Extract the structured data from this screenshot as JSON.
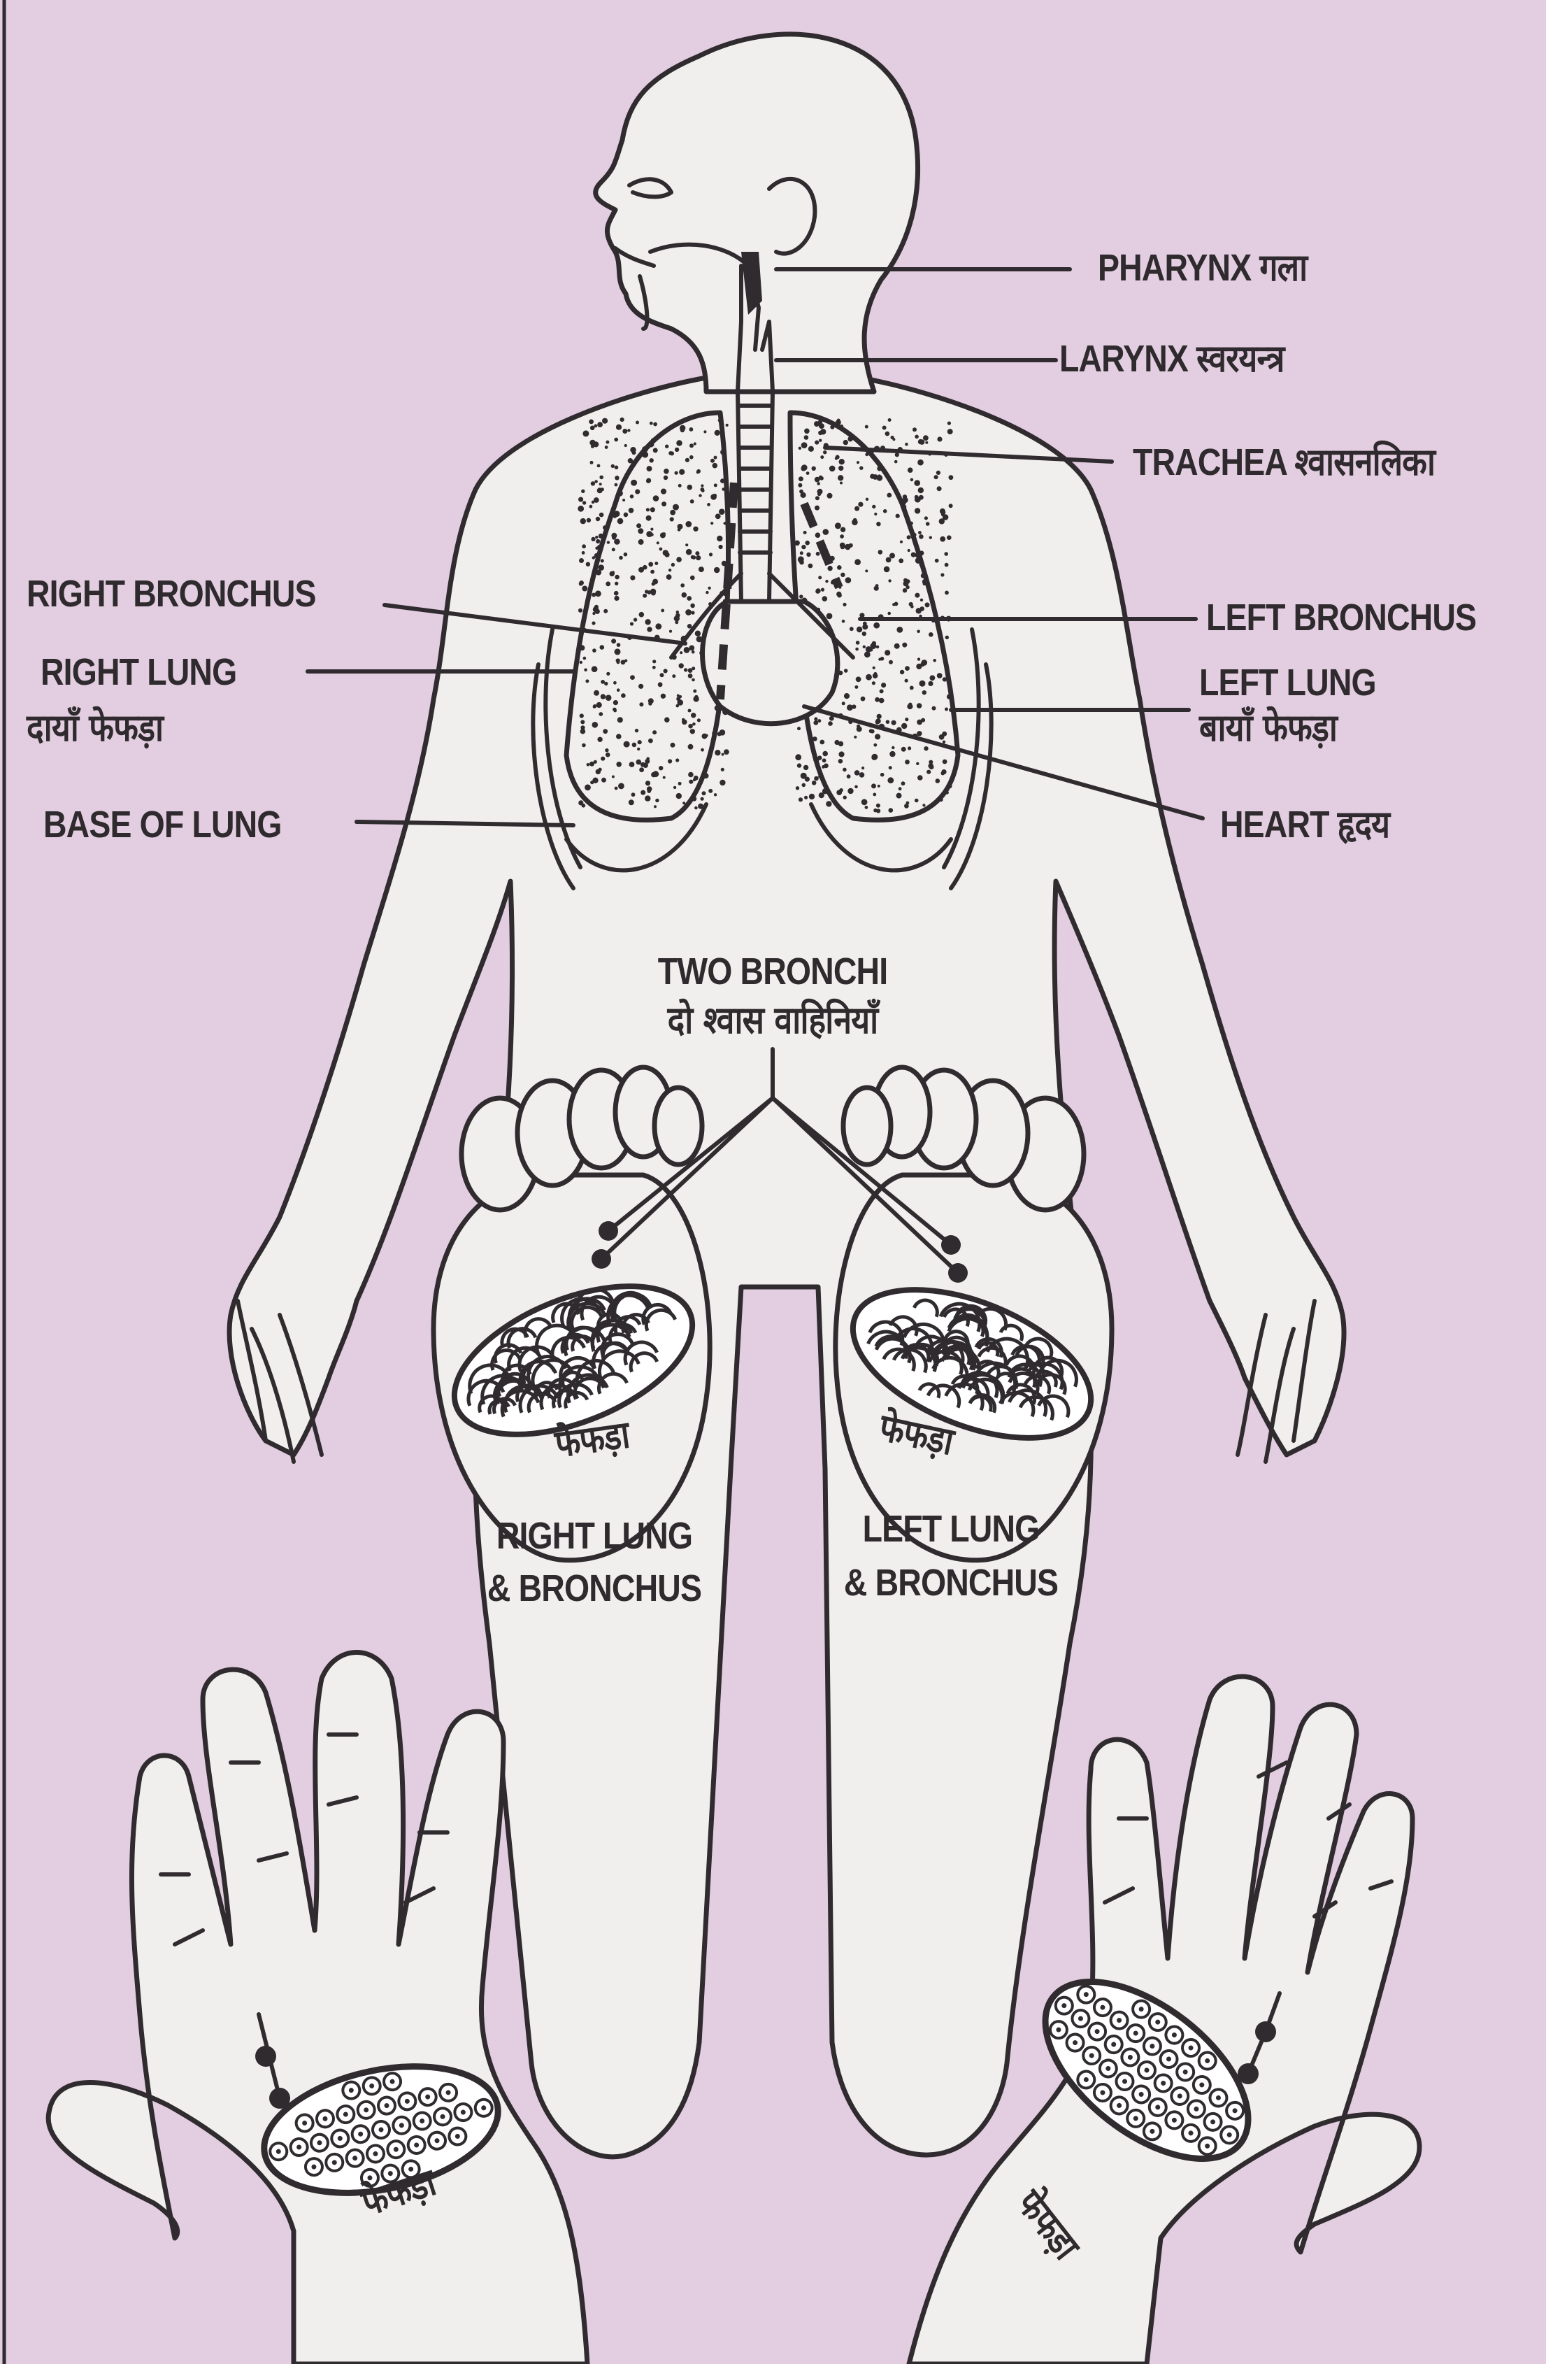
{
  "labels": {
    "pharynx": "PHARYNX  गला",
    "larynx": "LARYNX  स्वरयन्त्र",
    "trachea": "TRACHEA श्वासनलिका",
    "right_bronchus": "RIGHT BRONCHUS",
    "left_bronchus": "LEFT BRONCHUS",
    "right_lung_en": "RIGHT LUNG",
    "right_lung_hi": "दायाँ  फेफड़ा",
    "left_lung_en": "LEFT LUNG",
    "left_lung_hi": "बायाँ  फेफड़ा",
    "base_of_lung": "BASE OF LUNG",
    "heart": "HEART  हृदय",
    "two_bronchi_en": "TWO BRONCHI",
    "two_bronchi_hi": "दो  श्वास  वाहिनियाँ",
    "foot_right_hi": "फेफड़ा",
    "foot_left_hi": "फेफड़ा",
    "foot_right_1": "RIGHT LUNG",
    "foot_right_2": "& BRONCHUS",
    "foot_left_1": "LEFT LUNG",
    "foot_left_2": "& BRONCHUS",
    "hand_left_hi": "फेफड़ा",
    "hand_right_hi": "फेफड़ा"
  },
  "colors": {
    "background": "#e3cde0",
    "figure_fill": "#f1efee",
    "ink": "#2f2b2f"
  }
}
